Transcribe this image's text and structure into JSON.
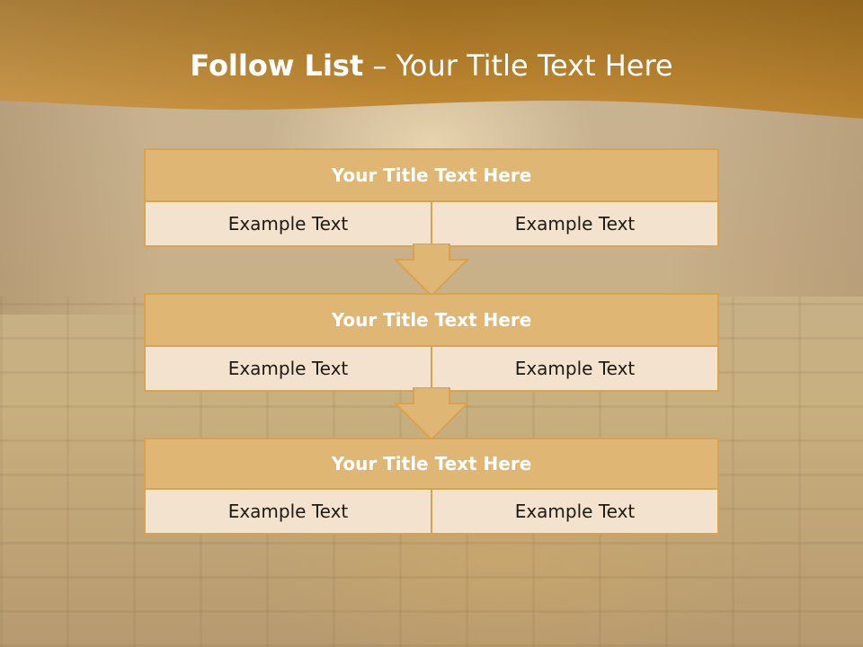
{
  "slide": {
    "title_lead": "Follow List",
    "title_rest": " – Your Title Text Here",
    "accent_color": "#c88f2e",
    "box_fill": "#dfb674",
    "box_border": "#d8a34e",
    "cell_fill": "#f2e2ce"
  },
  "boxes": [
    {
      "title": "Your Title Text Here",
      "left": "Example Text",
      "right": "Example Text"
    },
    {
      "title": "Your Title Text Here",
      "left": "Example Text",
      "right": "Example Text"
    },
    {
      "title": "Your Title Text Here",
      "left": "Example Text",
      "right": "Example Text"
    }
  ],
  "icons": [
    "down-arrow-icon",
    "down-arrow-icon"
  ]
}
